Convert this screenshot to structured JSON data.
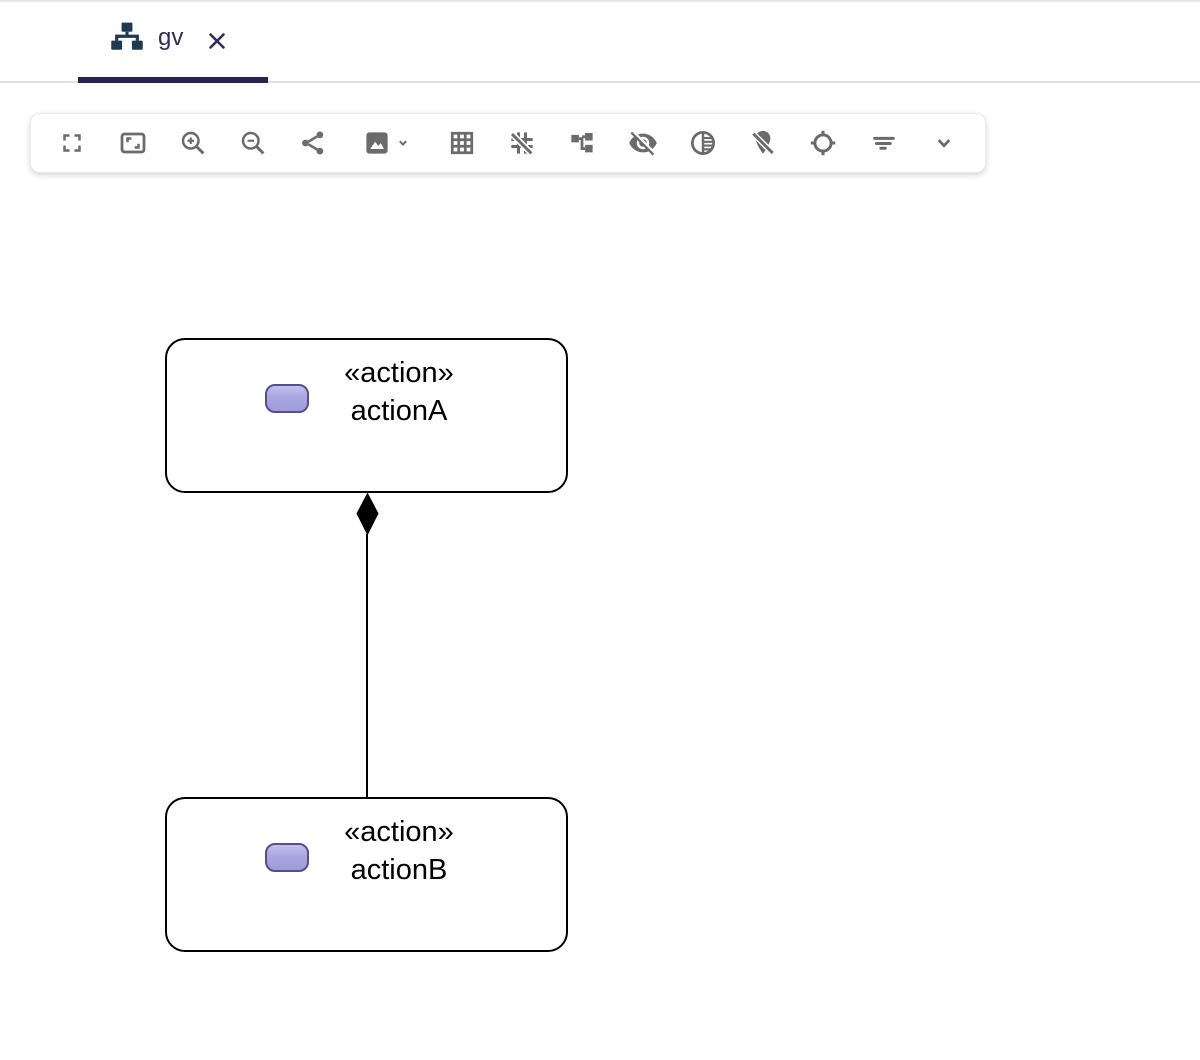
{
  "tab_bar": {
    "tabs": [
      {
        "label": "gv",
        "icon": "diagram-tree-icon",
        "close_icon": "close-icon",
        "active": true
      }
    ]
  },
  "toolbar": {
    "buttons": [
      {
        "name": "fullscreen",
        "icon": "fullscreen-icon"
      },
      {
        "name": "fit-to-screen",
        "icon": "fit-screen-icon"
      },
      {
        "name": "zoom-in",
        "icon": "zoom-in-icon"
      },
      {
        "name": "zoom-out",
        "icon": "zoom-out-icon"
      },
      {
        "name": "share",
        "icon": "share-icon"
      },
      {
        "name": "export-image",
        "icon": "image-icon",
        "has_dropdown": true,
        "dropdown_icon": "chevron-down-icon"
      },
      {
        "name": "grid-on",
        "icon": "grid-on-icon"
      },
      {
        "name": "grid-off",
        "icon": "grid-off-icon"
      },
      {
        "name": "schema-layout",
        "icon": "schema-icon"
      },
      {
        "name": "hide-elements",
        "icon": "visibility-off-icon"
      },
      {
        "name": "contrast",
        "icon": "contrast-icon"
      },
      {
        "name": "location-off",
        "icon": "location-off-icon"
      },
      {
        "name": "center-target",
        "icon": "target-icon"
      },
      {
        "name": "filter",
        "icon": "filter-lines-icon"
      },
      {
        "name": "more-options",
        "icon": "chevron-down-icon"
      }
    ]
  },
  "diagram": {
    "nodes": [
      {
        "id": "actionA",
        "stereotype": "«action»",
        "name": "actionA",
        "icon": "action-glyph"
      },
      {
        "id": "actionB",
        "stereotype": "«action»",
        "name": "actionB",
        "icon": "action-glyph"
      }
    ],
    "edges": [
      {
        "from": "actionA",
        "to": "actionB",
        "type": "composition",
        "diamond_end": "actionA"
      }
    ]
  },
  "colors": {
    "tab_accent": "#2a2550",
    "tab_icon": "#1d3a4e",
    "tab_text": "#312c5c",
    "toolbar_icon": "#6b6b6b",
    "node_border": "#000000",
    "node_fill": "#ffffff",
    "node_icon_fill": "#a9a6e0",
    "node_icon_border": "#55508d",
    "edge": "#000000"
  }
}
